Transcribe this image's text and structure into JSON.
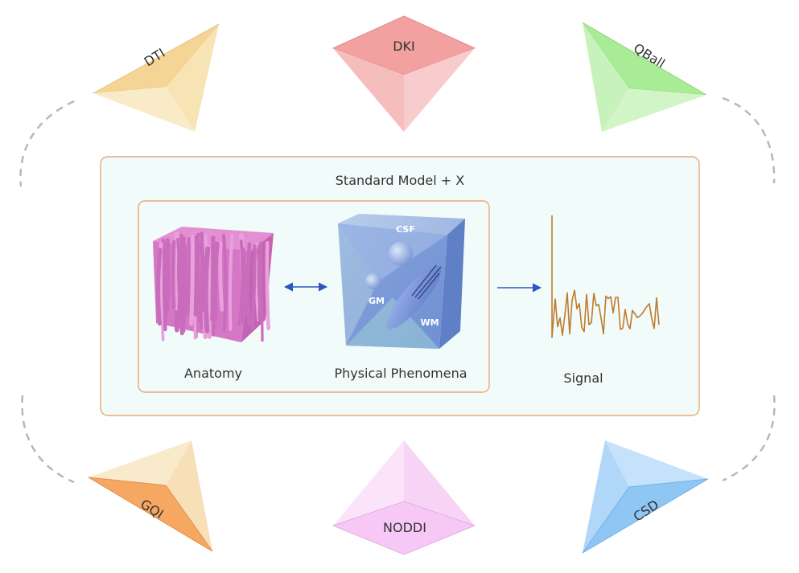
{
  "models": {
    "dti": {
      "label": "DTI",
      "color": "#f5d596",
      "light": "#faebc8"
    },
    "dki": {
      "label": "DKI",
      "color": "#f2a0a0",
      "light": "#f8cccc"
    },
    "qball": {
      "label": "QBall",
      "color": "#a8ec96",
      "light": "#d2f5c8"
    },
    "gqi": {
      "label": "GQI",
      "color": "#f6a862",
      "light": "#faeacc"
    },
    "noddi": {
      "label": "NODDI",
      "color": "#f7c8f5",
      "light": "#fbe0fa"
    },
    "csd": {
      "label": "CSD",
      "color": "#8ec6f4",
      "light": "#c6e2fa"
    }
  },
  "panel": {
    "title": "Standard Model + X",
    "anatomy_label": "Anatomy",
    "phenomena_label": "Physical Phenomena",
    "signal_label": "Signal",
    "cube_labels": {
      "csf": "CSF",
      "gm": "GM",
      "wm": "WM"
    }
  },
  "colors": {
    "panel_border": "#e9a77c",
    "panel_fill": "#f1fbf9",
    "arrow": "#2a56c4",
    "signal": "#c07a2c",
    "dashed": "#b8b8b8"
  }
}
